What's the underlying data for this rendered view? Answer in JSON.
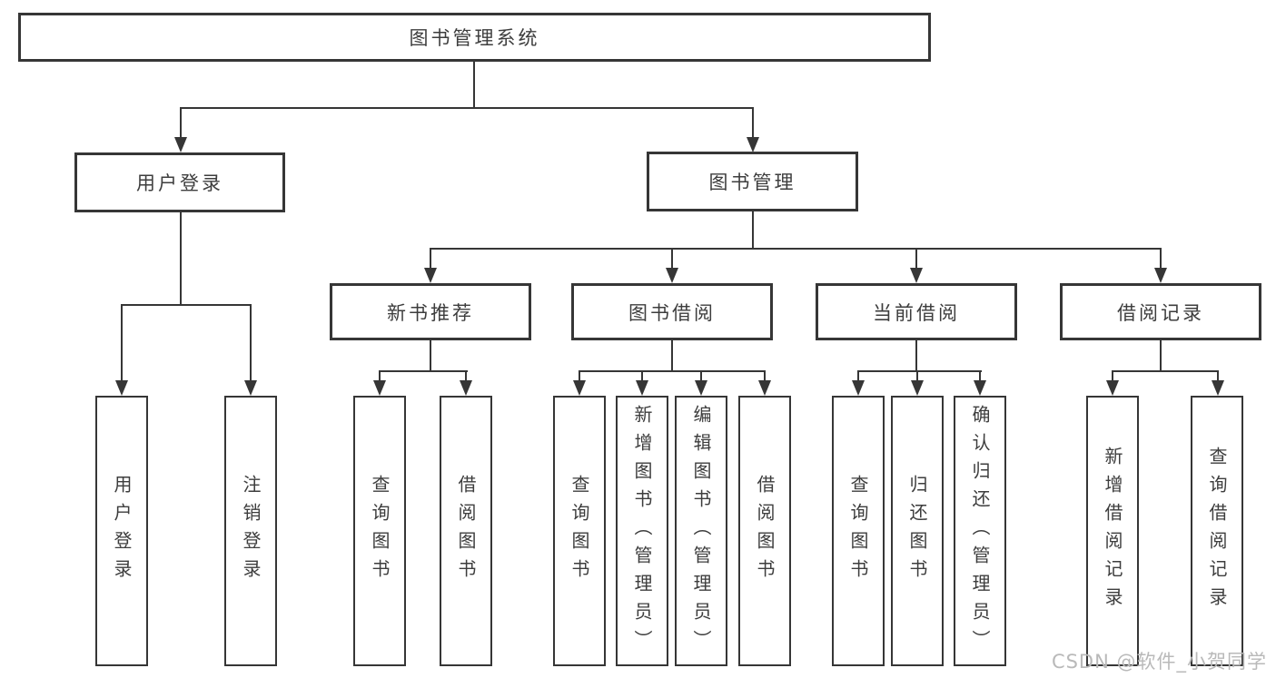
{
  "diagram": {
    "root": {
      "label": "图书管理系统"
    },
    "children": [
      {
        "label": "用户登录",
        "children": [
          {
            "label": "用户登录"
          },
          {
            "label": "注销登录"
          }
        ]
      },
      {
        "label": "图书管理",
        "children": [
          {
            "label": "新书推荐",
            "children": [
              {
                "label": "查询图书"
              },
              {
                "label": "借阅图书"
              }
            ]
          },
          {
            "label": "图书借阅",
            "children": [
              {
                "label": "查询图书"
              },
              {
                "label": "新增图书（管理员）"
              },
              {
                "label": "编辑图书（管理员）"
              },
              {
                "label": "借阅图书"
              }
            ]
          },
          {
            "label": "当前借阅",
            "children": [
              {
                "label": "查询图书"
              },
              {
                "label": "归还图书"
              },
              {
                "label": "确认归还（管理员）"
              }
            ]
          },
          {
            "label": "借阅记录",
            "children": [
              {
                "label": "新增借阅记录"
              },
              {
                "label": "查询借阅记录"
              }
            ]
          }
        ]
      }
    ]
  },
  "watermark": {
    "text": "CSDN @软件_小贺同学"
  },
  "colors": {
    "line": "#363636",
    "text": "#3d3d3d",
    "background": "#ffffff",
    "watermark": "#b9b9b9"
  }
}
